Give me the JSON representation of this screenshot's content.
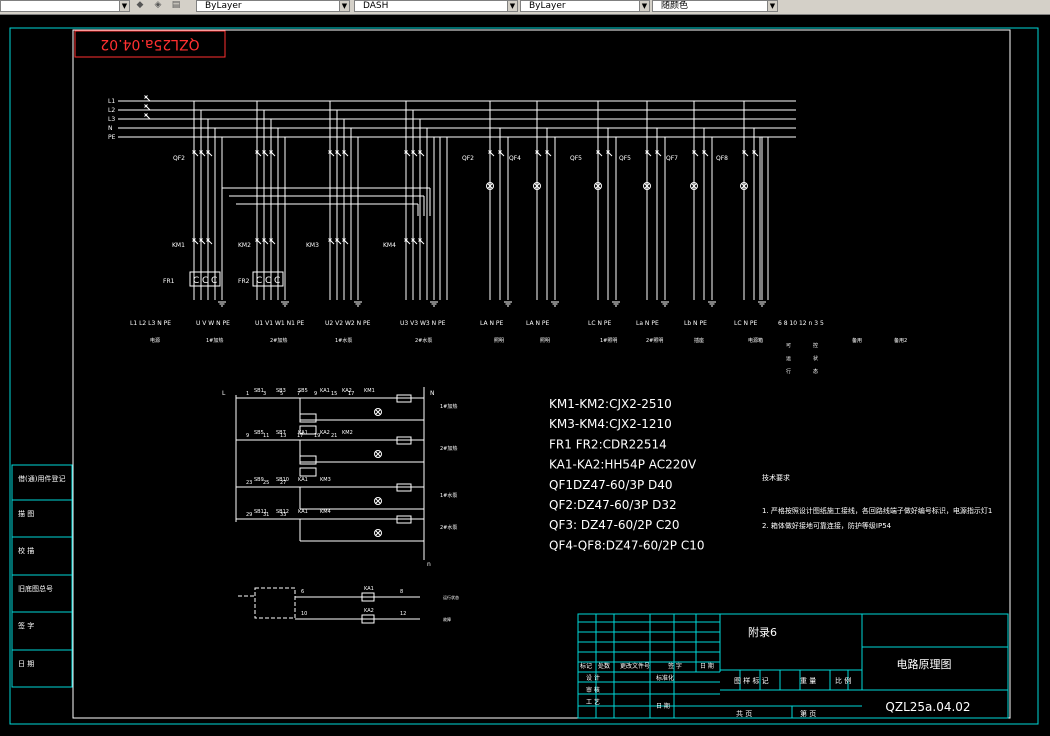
{
  "toolbar": {
    "linetype": "ByLayer",
    "linestyle": "DASH",
    "lineweight": "ByLayer",
    "color": "随颜色"
  },
  "stamp": "QZL25a.04.02",
  "bus": [
    "L1",
    "L2",
    "L3",
    "N",
    "PE"
  ],
  "feeders": [
    {
      "id": "QF2",
      "label": "QF2"
    },
    {
      "id": "QF4",
      "label": "QF4"
    },
    {
      "id": "QF5a",
      "label": "QF5"
    },
    {
      "id": "QF5b",
      "label": "QF5"
    },
    {
      "id": "QF7",
      "label": "QF7"
    },
    {
      "id": "QF8",
      "label": "QF8"
    }
  ],
  "main_breaker": "QF2",
  "contactors": [
    "KM1",
    "KM2",
    "KM3",
    "KM4"
  ],
  "overloads": [
    "FR1",
    "FR2"
  ],
  "terminals": [
    "L1 L2 L3 N PE",
    "U V W N PE",
    "U1 V1 W1 N1 PE",
    "U2 V2 W2 N PE",
    "U3 V3 W3 N PE",
    "LA N PE",
    "LA N PE",
    "LC N PE",
    "La N PE",
    "Lb N PE",
    "LC N PE",
    "6  8  10  12  n  3  5"
  ],
  "circuit_names": [
    "电源",
    "1#加热",
    "2#加热",
    "1#水泵",
    "2#水泵",
    "照明",
    "照明",
    "1#照明",
    "2#照明",
    "插座",
    "电源箱",
    "备用",
    "备用2"
  ],
  "signal_labels": [
    "可",
    "运",
    "行",
    "控",
    "状",
    "态"
  ],
  "control": {
    "left_node": "L",
    "right_node": "N",
    "bottom_node": "n",
    "rows": [
      {
        "nums": [
          "1",
          "3",
          "5",
          "7",
          "9",
          "15",
          "17"
        ],
        "devs": [
          "SB1",
          "SB3",
          "SB5",
          "KA1",
          "KA2",
          "KM1"
        ],
        "name": "1#加热"
      },
      {
        "nums": [
          "9",
          "11",
          "13",
          "17",
          "19",
          "21"
        ],
        "devs": [
          "SB5",
          "SB7",
          "KA1",
          "KA2",
          "KM2"
        ],
        "name": "2#加热"
      },
      {
        "nums": [
          "23",
          "25",
          "27"
        ],
        "devs": [
          "SB9",
          "SB10",
          "KA1",
          "KM3"
        ],
        "name": "1#水泵"
      },
      {
        "nums": [
          "29",
          "31",
          "33"
        ],
        "devs": [
          "SB11",
          "SB12",
          "KA1",
          "KM4"
        ],
        "name": "2#水泵"
      }
    ],
    "aux": [
      {
        "num_l": "6",
        "num_r": "8",
        "dev": "KA1",
        "name": "运行状态"
      },
      {
        "num_l": "10",
        "num_r": "12",
        "dev": "KA2",
        "name": "故障"
      }
    ]
  },
  "specs": [
    "KM1-KM2:CJX2-2510",
    "KM3-KM4:CJX2-1210",
    "FR1 FR2:CDR22514",
    "KA1-KA2:HH54P AC220V",
    "QF1DZ47-60/3P D40",
    "QF2:DZ47-60/3P D32",
    "QF3: DZ47-60/2P C20",
    "QF4-QF8:DZ47-60/2P C10"
  ],
  "tech": {
    "title": "技术要求",
    "items": [
      "1. 严格按照设计图纸施工接线，各回路线端子做好编号标识，电源指示灯1",
      "2. 箱体做好接地可靠连接，防护等级IP54"
    ]
  },
  "left_strip": [
    "借(通)用件登记",
    "描  图",
    "校  描",
    "旧底图总号",
    "签  字",
    "日  期"
  ],
  "title_block": {
    "appendix": "附录6",
    "title": "电路原理图",
    "code": "QZL25a.04.02",
    "rev_headers": [
      "标记",
      "处数",
      "更改文件号",
      "签  字",
      "日  期"
    ],
    "rows": [
      {
        "a": "设 计",
        "b": "标准化"
      },
      {
        "a": "审 核",
        "b": ""
      },
      {
        "a": "工 艺",
        "b": "日 期"
      }
    ],
    "stage": "图 样 标 记",
    "weight": "重 量",
    "scale": "比 例",
    "total": "共     页",
    "page": "第     页"
  }
}
